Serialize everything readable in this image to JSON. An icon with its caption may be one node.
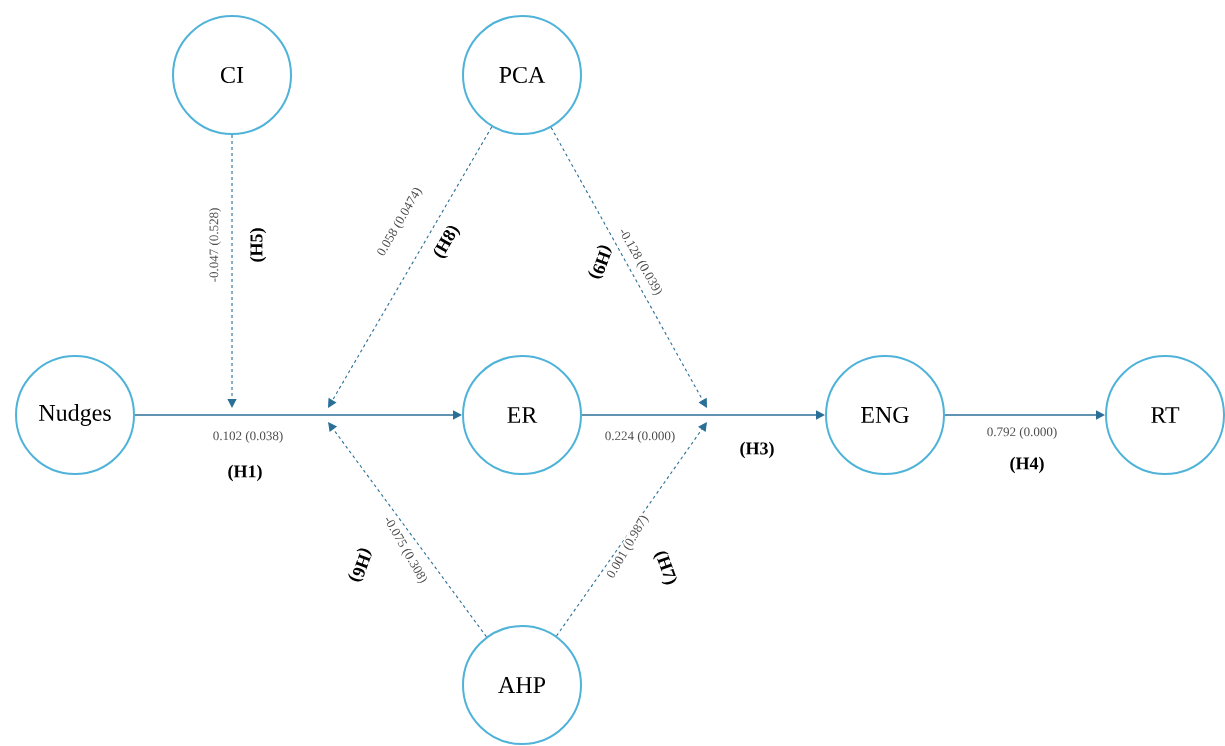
{
  "diagram": {
    "nodes": [
      {
        "text": [
          "CI"
        ]
      },
      {
        "text": [
          "PCA"
        ]
      },
      {
        "text": [
          "Nudges"
        ]
      },
      {
        "text": [
          "ER"
        ]
      },
      {
        "text": [
          "ENG"
        ]
      },
      {
        "text": [
          "RT"
        ]
      },
      {
        "text": [
          "AHP"
        ]
      }
    ],
    "edges": [
      {
        "from": 2,
        "to": 3,
        "arrow": "to",
        "label": "0.102 (0.038)"
      },
      {
        "from": 3,
        "to": 4,
        "arrow": "to",
        "label": "0.224 (0.000)"
      },
      {
        "from": 4,
        "to": 5,
        "arrow": "to",
        "label": "0.792 (0.000)"
      },
      {
        "from": 0,
        "to": null,
        "arrow": "to",
        "label": "-0.047 (0.528)",
        "style": "dashed"
      },
      {
        "from": 1,
        "to": null,
        "arrow": "to",
        "label": "0.058 (0.0474)",
        "style": "dashed"
      },
      {
        "from": 1,
        "to": null,
        "arrow": "to",
        "label": "-0.128 (0.039)",
        "style": "dashed"
      },
      {
        "from": 6,
        "to": null,
        "arrow": "to",
        "label": "-0.075 (0.308)",
        "style": "dashed"
      },
      {
        "from": 6,
        "to": null,
        "arrow": "to",
        "label": "0.001 (0.987)",
        "style": "dashed"
      }
    ],
    "labels": [
      "(H5)",
      "(H8)",
      "(H9)",
      "(H1)",
      "(H3)",
      "(H4)",
      "(H6)",
      "(H7)"
    ]
  }
}
